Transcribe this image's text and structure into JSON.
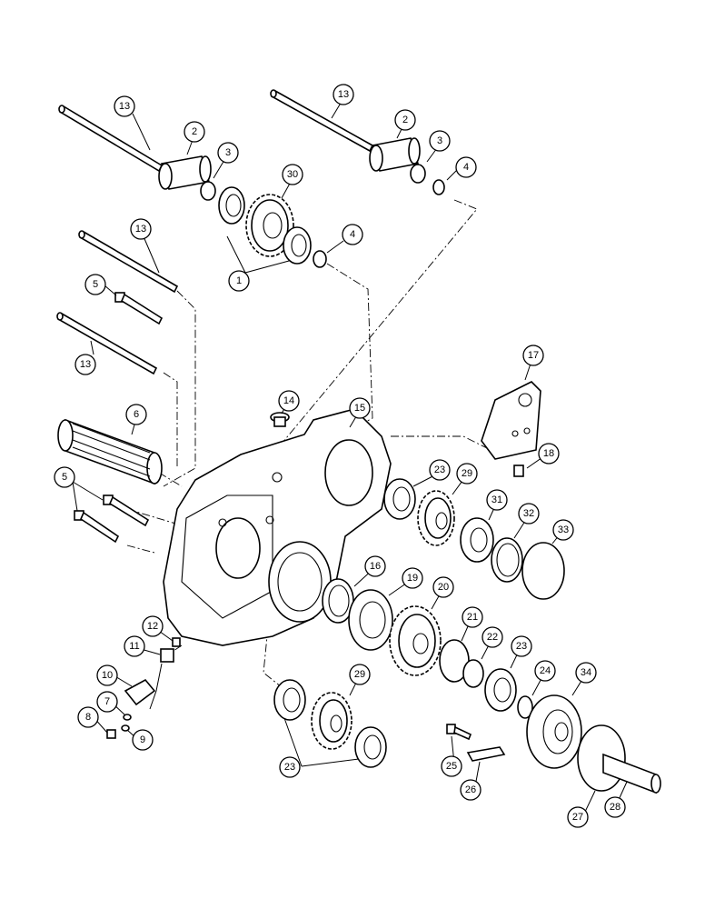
{
  "callouts": [
    {
      "id": "c1a",
      "label": "1"
    },
    {
      "id": "c2a",
      "label": "2"
    },
    {
      "id": "c2b",
      "label": "2"
    },
    {
      "id": "c3a",
      "label": "3"
    },
    {
      "id": "c3b",
      "label": "3"
    },
    {
      "id": "c4a",
      "label": "4"
    },
    {
      "id": "c4b",
      "label": "4"
    },
    {
      "id": "c5a",
      "label": "5"
    },
    {
      "id": "c5b",
      "label": "5"
    },
    {
      "id": "c6",
      "label": "6"
    },
    {
      "id": "c7",
      "label": "7"
    },
    {
      "id": "c8",
      "label": "8"
    },
    {
      "id": "c9",
      "label": "9"
    },
    {
      "id": "c10",
      "label": "10"
    },
    {
      "id": "c11",
      "label": "11"
    },
    {
      "id": "c12",
      "label": "12"
    },
    {
      "id": "c13a",
      "label": "13"
    },
    {
      "id": "c13b",
      "label": "13"
    },
    {
      "id": "c13c",
      "label": "13"
    },
    {
      "id": "c13d",
      "label": "13"
    },
    {
      "id": "c14",
      "label": "14"
    },
    {
      "id": "c15",
      "label": "15"
    },
    {
      "id": "c16",
      "label": "16"
    },
    {
      "id": "c17",
      "label": "17"
    },
    {
      "id": "c18",
      "label": "18"
    },
    {
      "id": "c19",
      "label": "19"
    },
    {
      "id": "c20",
      "label": "20"
    },
    {
      "id": "c21",
      "label": "21"
    },
    {
      "id": "c22",
      "label": "22"
    },
    {
      "id": "c23a",
      "label": "23"
    },
    {
      "id": "c23b",
      "label": "23"
    },
    {
      "id": "c23c",
      "label": "23"
    },
    {
      "id": "c24",
      "label": "24"
    },
    {
      "id": "c25",
      "label": "25"
    },
    {
      "id": "c26",
      "label": "26"
    },
    {
      "id": "c27",
      "label": "27"
    },
    {
      "id": "c28",
      "label": "28"
    },
    {
      "id": "c29a",
      "label": "29"
    },
    {
      "id": "c29b",
      "label": "29"
    },
    {
      "id": "c30",
      "label": "30"
    },
    {
      "id": "c31",
      "label": "31"
    },
    {
      "id": "c32",
      "label": "32"
    },
    {
      "id": "c33",
      "label": "33"
    },
    {
      "id": "c34",
      "label": "34"
    }
  ]
}
